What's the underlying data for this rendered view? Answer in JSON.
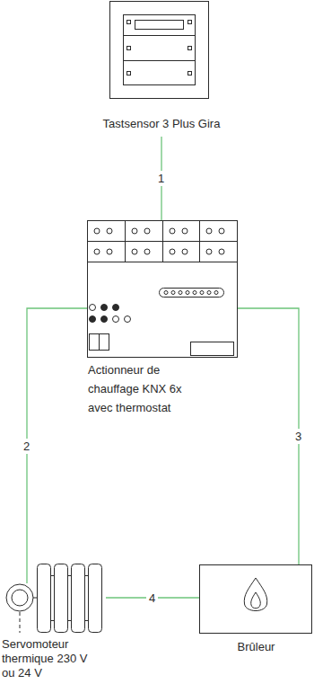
{
  "diagram": {
    "nodes": [
      {
        "text": [
          "Tastsensor 3 Plus Gira"
        ]
      },
      {
        "text": [
          "Actionneur de chauffage KNX 6x avec thermostat"
        ]
      },
      {
        "text": [
          "Servomoteur thermique 230 V ou 24 V"
        ]
      },
      {
        "text": [
          "Brûleur"
        ]
      }
    ],
    "edges": [
      {
        "from": 0,
        "to": 1,
        "arrow": "none",
        "label": "1"
      },
      {
        "from": 1,
        "to": 2,
        "arrow": "none",
        "label": "2"
      },
      {
        "from": 1,
        "to": 3,
        "arrow": "none",
        "label": "3"
      },
      {
        "from": 2,
        "to": 3,
        "arrow": "none",
        "label": "4"
      }
    ]
  }
}
